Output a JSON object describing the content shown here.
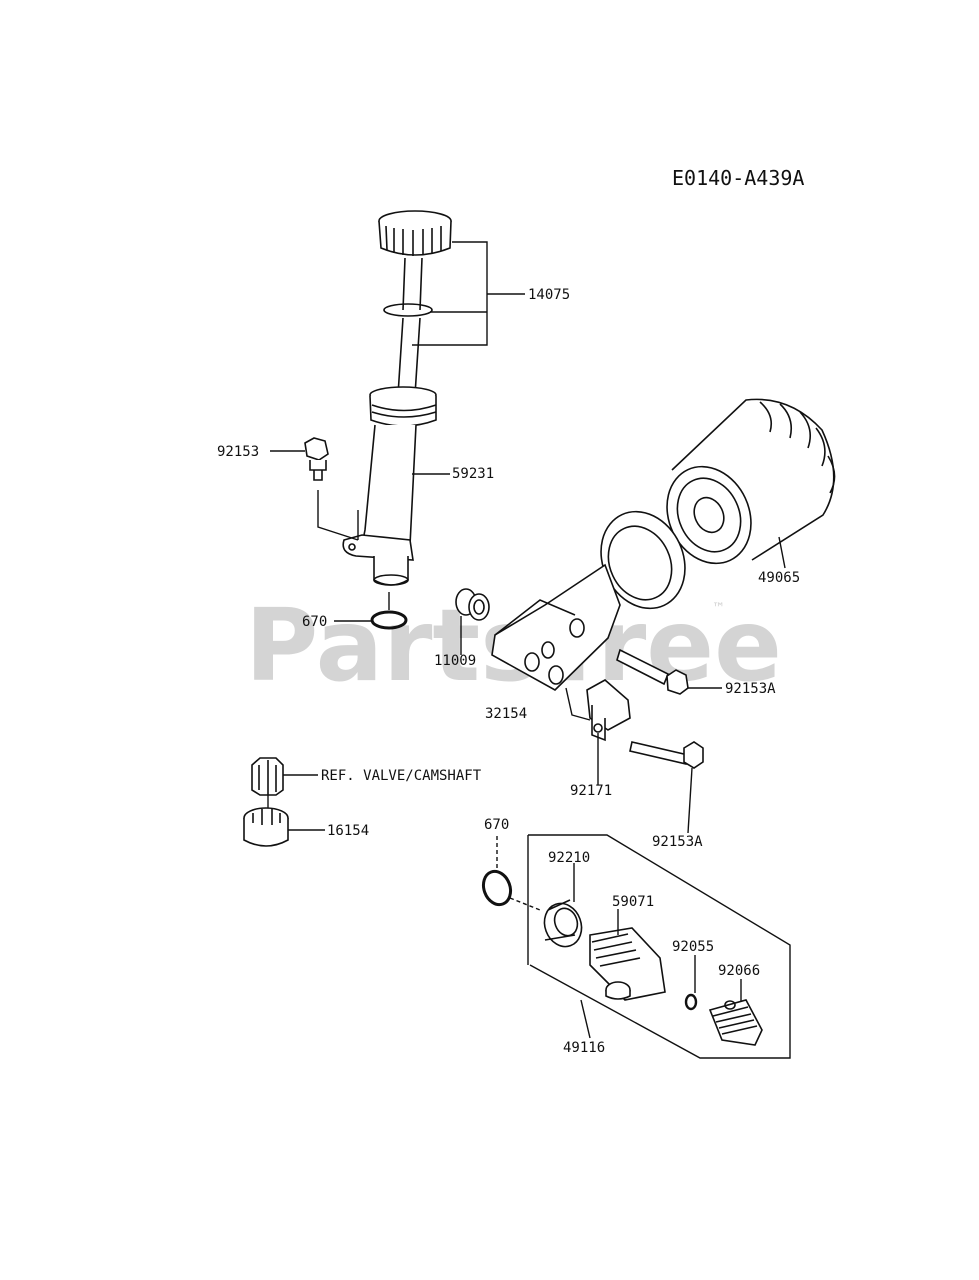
{
  "diagram_code": "E0140-A439A",
  "watermark": {
    "text": "PartsTree",
    "trademark": "™"
  },
  "callouts": {
    "p14075": "14075",
    "p92153": "92153",
    "p59231": "59231",
    "p670_top": "670",
    "p11009": "11009",
    "p49065": "49065",
    "p92153A_1": "92153A",
    "p32154": "32154",
    "p92171": "92171",
    "p92153A_2": "92153A",
    "ref_valve": "REF. VALVE/CAMSHAFT",
    "p16154": "16154",
    "p670_bottom": "670",
    "p92210": "92210",
    "p59071": "59071",
    "p92055": "92055",
    "p92066": "92066",
    "p49116": "49116"
  }
}
